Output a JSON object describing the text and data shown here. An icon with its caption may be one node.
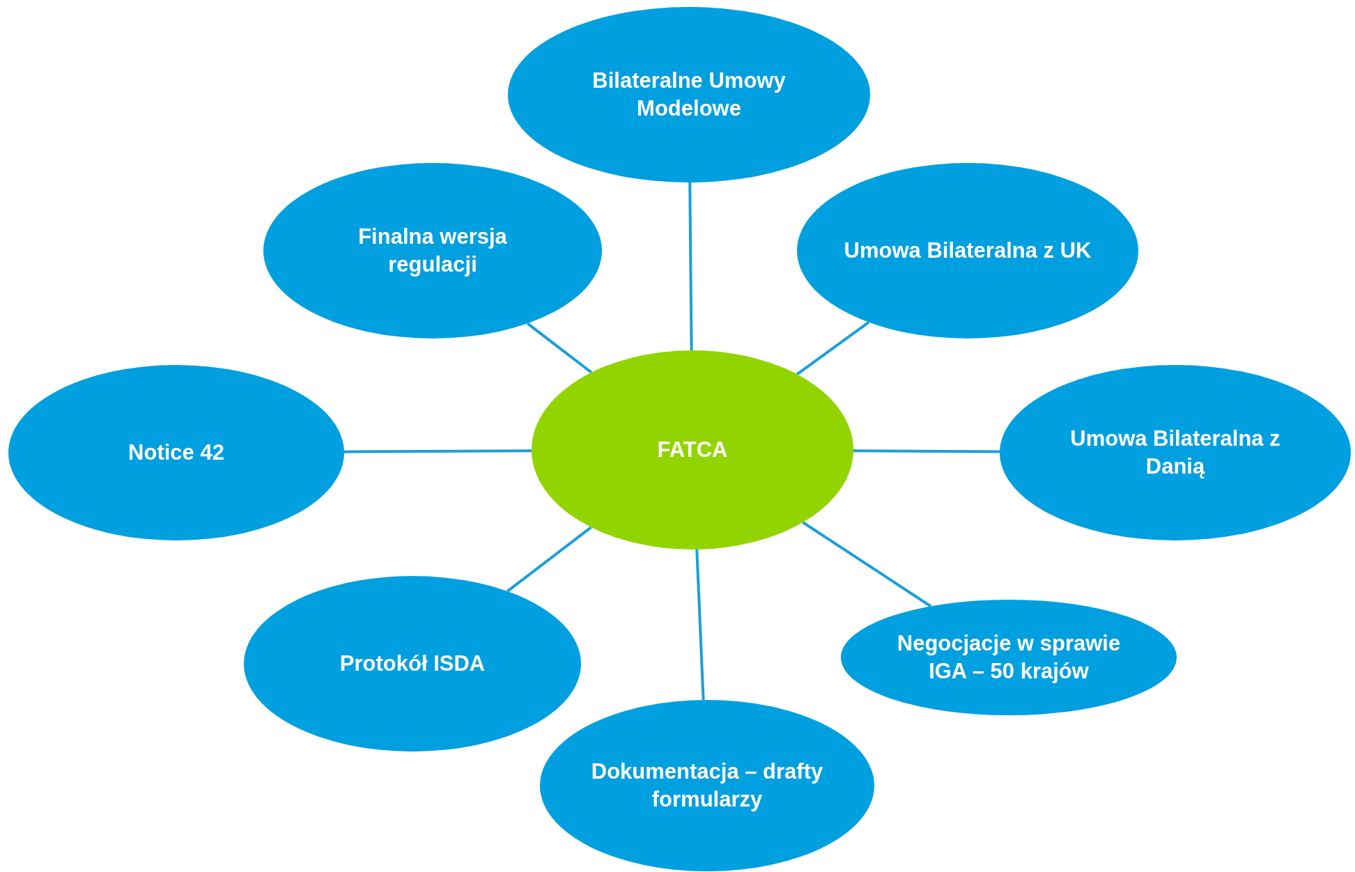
{
  "diagram": {
    "nodes": [
      {
        "text": [
          "Bilateralne Umowy Modelowe"
        ]
      },
      {
        "text": [
          "Finalna wersja regulacji"
        ]
      },
      {
        "text": [
          "Umowa Bilateralna z UK"
        ]
      },
      {
        "text": [
          "Notice 42"
        ]
      },
      {
        "text": [
          "FATCA"
        ]
      },
      {
        "text": [
          "Umowa Bilateralna z Danią"
        ]
      },
      {
        "text": [
          "Protokół ISDA"
        ]
      },
      {
        "text": [
          "Negocjacje w sprawie IGA – 50 krajów"
        ]
      },
      {
        "text": [
          "Dokumentacja – drafty formularzy"
        ]
      }
    ],
    "edges": [
      {
        "from": 4,
        "to": 0,
        "arrow": "none"
      },
      {
        "from": 4,
        "to": 1,
        "arrow": "none"
      },
      {
        "from": 4,
        "to": 2,
        "arrow": "none"
      },
      {
        "from": 4,
        "to": 3,
        "arrow": "none"
      },
      {
        "from": 4,
        "to": 5,
        "arrow": "none"
      },
      {
        "from": 4,
        "to": 6,
        "arrow": "none"
      },
      {
        "from": 4,
        "to": 7,
        "arrow": "none"
      },
      {
        "from": 4,
        "to": 8,
        "arrow": "none"
      }
    ]
  }
}
